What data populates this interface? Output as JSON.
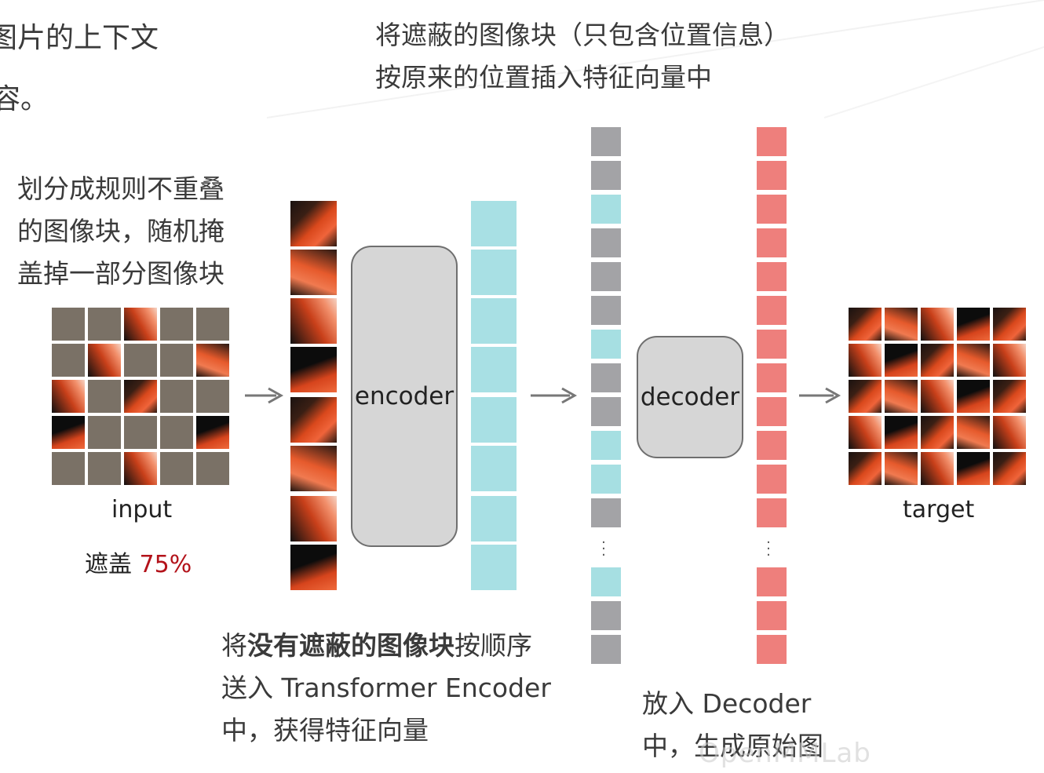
{
  "top_left": {
    "line1": "图片的上下文",
    "line2": "容。"
  },
  "top_right": {
    "line1": "将遮蔽的图像块（只包含位置信息）",
    "line2": "按原来的位置插入特征向量中"
  },
  "step1": {
    "line1": "划分成规则不重叠",
    "line2": "的图像块，随机掩",
    "line3": "盖掉一部分图像块"
  },
  "input_label": "input",
  "mask_label": {
    "prefix": "遮盖 ",
    "value": "75%"
  },
  "encoder_label": "encoder",
  "decoder_label": "decoder",
  "target_label": "target",
  "bottom_left": {
    "prefix": "将",
    "bold": "没有遮蔽的图像块",
    "suffix": "按顺序",
    "line2": "送入 Transformer Encoder",
    "line3": "中，获得特征向量"
  },
  "bottom_right": {
    "line1": "放入 Decoder",
    "line2": "中，生成原始图"
  },
  "watermark": "OpenMMLab",
  "colors": {
    "mask_gray": "#7a7166",
    "encoded_teal": "#a6dfe2",
    "decoded_red": "#ee7f7c",
    "highlight_red": "#b3121a"
  },
  "input_grid_mask": [
    [
      1,
      1,
      0,
      1,
      1
    ],
    [
      1,
      0,
      1,
      1,
      0
    ],
    [
      0,
      1,
      0,
      1,
      1
    ],
    [
      0,
      1,
      1,
      1,
      0
    ],
    [
      1,
      1,
      0,
      1,
      1
    ]
  ],
  "combined_sequence_top": [
    "gray",
    "gray",
    "teal",
    "gray",
    "gray",
    "gray",
    "teal",
    "gray",
    "gray",
    "teal",
    "teal",
    "gray"
  ],
  "combined_sequence_bottom": [
    "teal",
    "gray",
    "gray"
  ]
}
